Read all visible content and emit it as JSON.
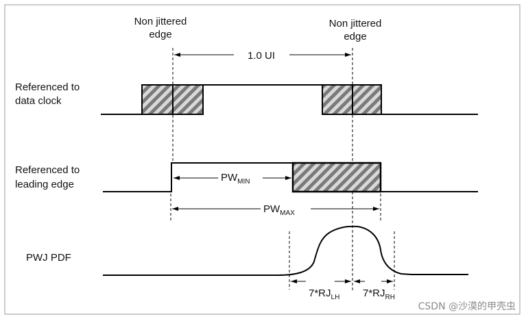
{
  "labels": {
    "non_jittered_left_line1": "Non jittered",
    "non_jittered_left_line2": "edge",
    "non_jittered_right_line1": "Non jittered",
    "non_jittered_right_line2": "edge",
    "ui_span": "1.0 UI",
    "referenced_data_clock_line1": "Referenced to",
    "referenced_data_clock_line2": "data clock",
    "referenced_leading_edge_line1": "Referenced to",
    "referenced_leading_edge_line2": "leading edge",
    "pw_min_main": "PW",
    "pw_min_sub": "MIN",
    "pw_max_main": "PW",
    "pw_max_sub": "MAX",
    "pwj_pdf": "PWJ PDF",
    "rj_lh_main": "7*RJ",
    "rj_lh_sub": "LH",
    "rj_rh_main": "7*RJ",
    "rj_rh_sub": "RH"
  },
  "watermark": "CSDN @沙漠的甲壳虫",
  "colors": {
    "frame": "#9a9a9a",
    "line": "#000000",
    "hatch_light": "#d9d9d9",
    "hatch_dark": "#7a7a7a",
    "watermark": "#8a8a8a"
  }
}
